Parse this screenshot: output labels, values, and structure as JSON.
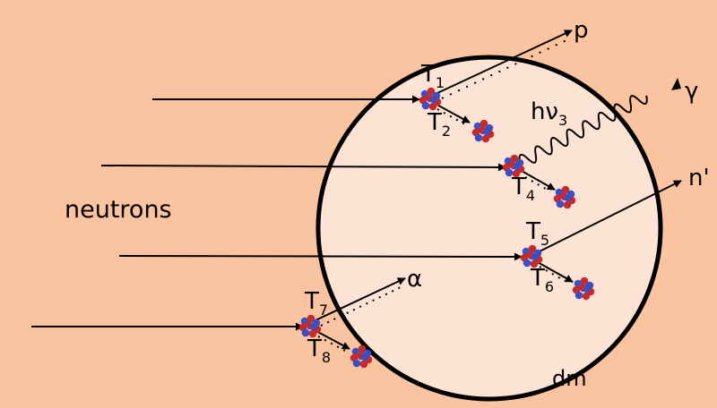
{
  "colors": {
    "background": "#fbc4a1",
    "circle_fill": "#fde3d4",
    "circle_stroke": "#000000",
    "nucleon_blue": "#3b4fc4",
    "nucleon_red": "#c62a2a"
  },
  "labels": {
    "neutrons": "neutrons",
    "dm": "dm",
    "p": "p",
    "gamma": "γ",
    "n_prime": "n'",
    "alpha": "α",
    "hv": "hν",
    "hv_sub": "3",
    "T": "T",
    "t1_sub": "1",
    "t2_sub": "2",
    "t4_sub": "4",
    "t5_sub": "5",
    "t6_sub": "6",
    "t7_sub": "7",
    "t8_sub": "8"
  }
}
